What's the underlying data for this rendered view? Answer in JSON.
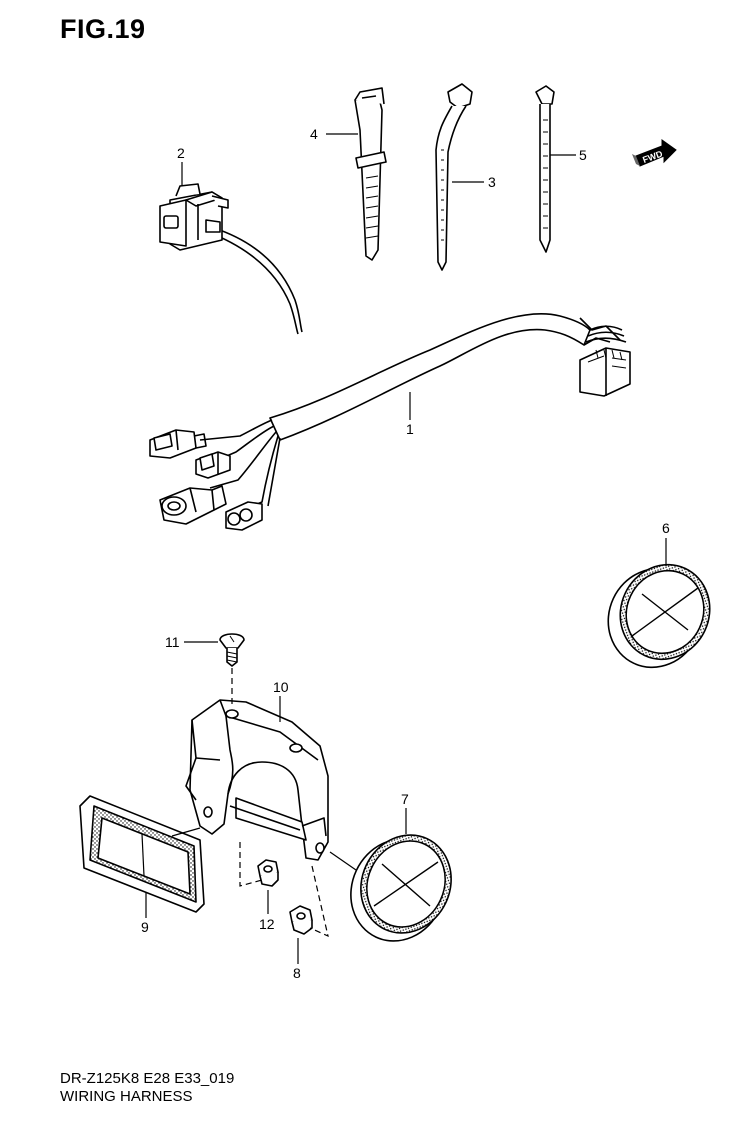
{
  "figure": {
    "title": "FIG.19",
    "model_code": "DR-Z125K8 E28 E33_019",
    "section_name": "WIRING HARNESS",
    "direction_badge": "FWD"
  },
  "callouts": [
    {
      "id": "1",
      "label": "1",
      "part": "wiring-harness"
    },
    {
      "id": "2",
      "label": "2",
      "part": "switch"
    },
    {
      "id": "3",
      "label": "3",
      "part": "clamp"
    },
    {
      "id": "4",
      "label": "4",
      "part": "clamp"
    },
    {
      "id": "5",
      "label": "5",
      "part": "clamp"
    },
    {
      "id": "6",
      "label": "6",
      "part": "reflector"
    },
    {
      "id": "7",
      "label": "7",
      "part": "reflector"
    },
    {
      "id": "8",
      "label": "8",
      "part": "nut"
    },
    {
      "id": "9",
      "label": "9",
      "part": "reflector"
    },
    {
      "id": "10",
      "label": "10",
      "part": "bracket"
    },
    {
      "id": "11",
      "label": "11",
      "part": "screw"
    },
    {
      "id": "12",
      "label": "12",
      "part": "nut"
    }
  ]
}
